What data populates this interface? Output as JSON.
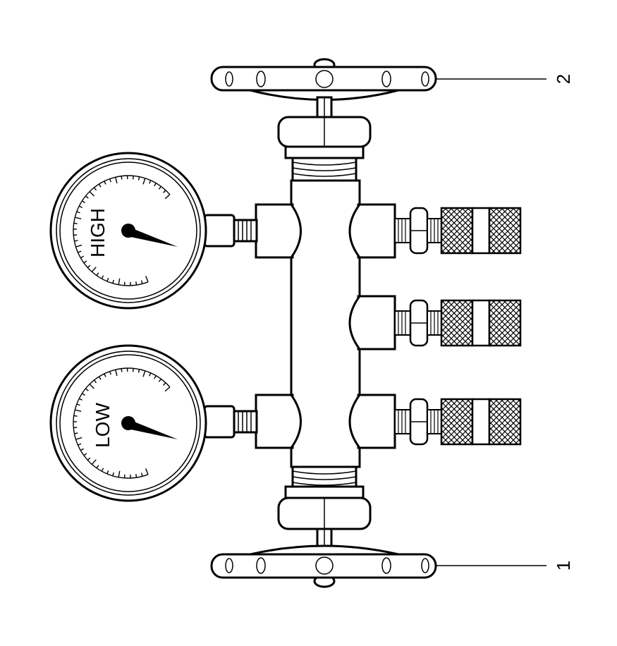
{
  "gauges": {
    "high": {
      "label": "HIGH"
    },
    "low": {
      "label": "LOW"
    }
  },
  "callouts": {
    "top_handwheel": "2",
    "bottom_handwheel": "1"
  },
  "colors": {
    "ink": "#000000",
    "background": "#ffffff"
  }
}
